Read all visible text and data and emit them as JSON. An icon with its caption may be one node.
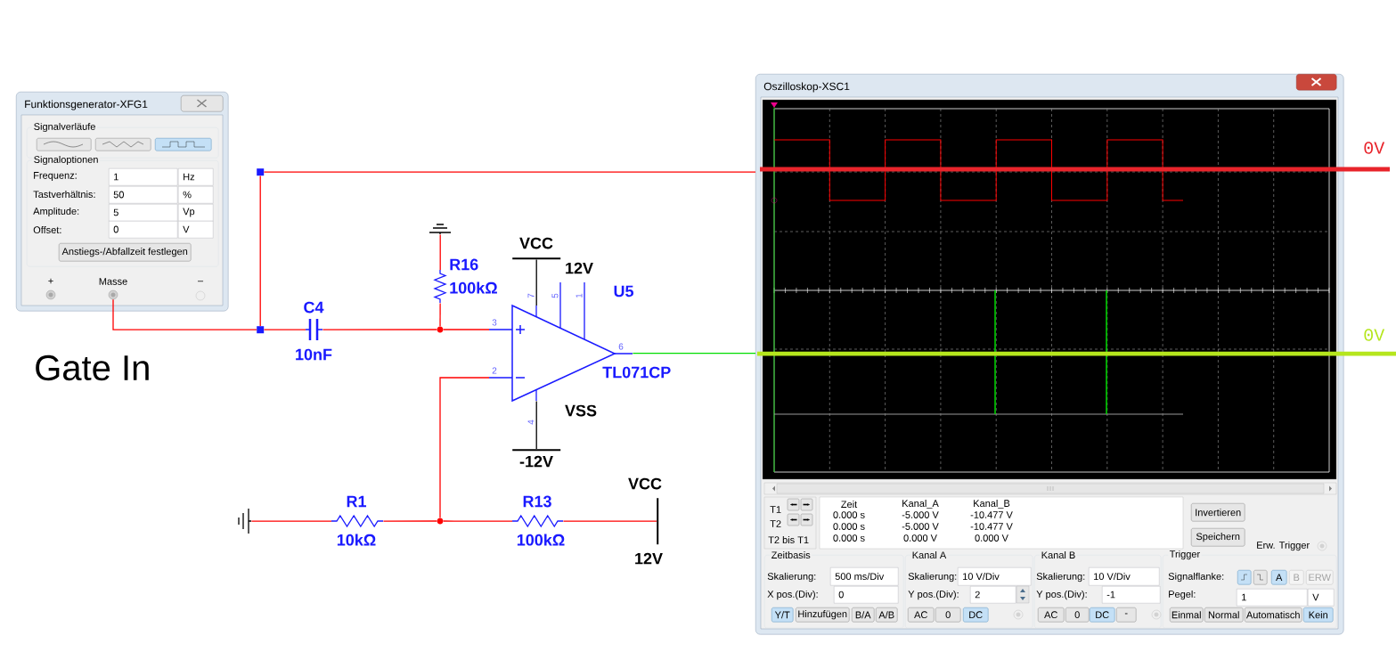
{
  "diagram": {
    "nodes": [
      {
        "text": [
          "Funktionsgenerator-XFG1"
        ]
      },
      {
        "text": [
          "Signalverläufe"
        ],
        "in": 0
      },
      {
        "text": [],
        "shape": "box",
        "in": 1
      },
      {
        "text": [],
        "shape": "box",
        "in": 1
      },
      {
        "text": [],
        "shape": "box",
        "in": 1
      },
      {
        "text": [
          "Signaloptionen"
        ],
        "in": 0
      },
      {
        "text": [
          "1"
        ],
        "in": 5
      },
      {
        "text": [
          "Hz"
        ],
        "in": 5
      },
      {
        "text": [
          "50"
        ],
        "in": 5
      },
      {
        "text": [
          "%"
        ],
        "in": 5
      },
      {
        "text": [
          "5"
        ],
        "in": 5
      },
      {
        "text": [
          "Vp"
        ],
        "in": 5
      },
      {
        "text": [
          "0"
        ],
        "in": 5
      },
      {
        "text": [
          "V"
        ],
        "in": 5
      },
      {
        "text": [
          "Anstiegs-/Abfallzeit festlegen"
        ],
        "in": 5
      },
      {
        "text": [
          "+"
        ],
        "in": 0
      },
      {
        "text": [
          "Masse"
        ],
        "in": 0
      },
      {
        "text": [
          "–"
        ],
        "in": 0
      },
      {
        "text": [
          "Oszilloskop-XSC1"
        ]
      },
      {
        "text": [
          "Invertieren"
        ],
        "in": 18
      },
      {
        "text": [
          "Speichern"
        ],
        "in": 18
      },
      {
        "text": [
          "Zeitbasis"
        ],
        "in": 18
      },
      {
        "text": [
          "500 ms/Div"
        ],
        "in": 21
      },
      {
        "text": [
          "0"
        ],
        "in": 21
      },
      {
        "text": [
          "Y/T"
        ],
        "in": 21
      },
      {
        "text": [
          "Hinzufügen"
        ],
        "in": 21
      },
      {
        "text": [
          "B/A"
        ],
        "in": 21
      },
      {
        "text": [
          "A/B"
        ],
        "in": 21
      },
      {
        "text": [
          "Kanal A"
        ],
        "in": 18
      },
      {
        "text": [
          "10 V/Div"
        ],
        "in": 28
      },
      {
        "text": [
          "2"
        ],
        "in": 28
      },
      {
        "text": [
          "AC"
        ],
        "in": 28
      },
      {
        "text": [
          "0"
        ],
        "in": 28
      },
      {
        "text": [
          "DC"
        ],
        "in": 28
      },
      {
        "text": [
          "Kanal B"
        ],
        "in": 18
      },
      {
        "text": [
          "10 V/Div"
        ],
        "in": 34
      },
      {
        "text": [
          "-1"
        ],
        "in": 34
      },
      {
        "text": [
          "AC"
        ],
        "in": 34
      },
      {
        "text": [
          "0"
        ],
        "in": 34
      },
      {
        "text": [
          "DC"
        ],
        "in": 34
      },
      {
        "text": [
          "-"
        ],
        "in": 34
      },
      {
        "text": [
          "Trigger"
        ],
        "in": 18
      },
      {
        "text": [],
        "shape": "box",
        "in": 41
      },
      {
        "text": [],
        "shape": "box",
        "in": 41
      },
      {
        "text": [
          "A"
        ],
        "in": 41
      },
      {
        "text": [
          "B"
        ],
        "in": 41
      },
      {
        "text": [
          "ERW"
        ],
        "in": 41
      },
      {
        "text": [
          "1"
        ],
        "in": 41
      },
      {
        "text": [
          "V"
        ],
        "in": 41
      },
      {
        "text": [
          "Einmal"
        ],
        "in": 41
      },
      {
        "text": [
          "Normal"
        ],
        "in": 41
      },
      {
        "text": [
          "Automatisch"
        ],
        "in": 41
      },
      {
        "text": [
          "Kein"
        ],
        "in": 41
      },
      {
        "text": [
          "C4",
          "10nF"
        ]
      },
      {
        "text": [
          "R16",
          "100kΩ"
        ]
      },
      {
        "text": [
          "U5",
          "TL071CP"
        ],
        "beside": [
          "7",
          "5",
          "1",
          "3",
          "6",
          "2",
          "4"
        ]
      },
      {
        "text": [
          "R1",
          "10kΩ"
        ]
      },
      {
        "text": [
          "R13",
          "100kΩ"
        ]
      },
      {
        "text": [],
        "shape": "ground"
      },
      {
        "text": [],
        "shape": "ground"
      },
      {
        "text": [
          "VCC"
        ],
        "beside": [
          "12V"
        ]
      },
      {
        "text": [
          "-12V"
        ]
      },
      {
        "text": [
          "VCC",
          "12V"
        ]
      },
      {
        "text": [],
        "shape": "box"
      },
      {
        "text": [],
        "shape": "box"
      },
      {
        "text": [],
        "shape": "circle"
      },
      {
        "text": [],
        "shape": "circle"
      },
      {
        "text": [],
        "shape": "box",
        "in": 0
      },
      {
        "text": [],
        "shape": "box",
        "in": 18
      }
    ],
    "edges": [
      {
        "from": 16,
        "to": 64,
        "arrow": "none"
      },
      {
        "from": 64,
        "to": 63,
        "arrow": "none"
      },
      {
        "from": 63,
        "to": 18,
        "arrow": "none"
      },
      {
        "from": 64,
        "to": 53,
        "arrow": "none"
      },
      {
        "from": 53,
        "to": 65,
        "arrow": "none"
      },
      {
        "from": 65,
        "to": 54,
        "arrow": "none"
      },
      {
        "from": 54,
        "to": 58,
        "arrow": "none"
      },
      {
        "from": 65,
        "to": 55,
        "arrow": "none"
      },
      {
        "from": 55,
        "to": 66,
        "arrow": "none"
      },
      {
        "from": 59,
        "to": 56,
        "arrow": "none"
      },
      {
        "from": 56,
        "to": 66,
        "arrow": "none"
      },
      {
        "from": 66,
        "to": 57,
        "arrow": "none"
      },
      {
        "from": 57,
        "to": 62,
        "arrow": "none"
      },
      {
        "from": 60,
        "to": 55,
        "arrow": "none",
        "color": "#000000"
      },
      {
        "from": 61,
        "to": 55,
        "arrow": "none",
        "color": "#000000"
      },
      {
        "from": 55,
        "to": 18,
        "arrow": "none",
        "color": "#00dd00"
      }
    ],
    "labels": [
      "Frequenz:",
      "Tastverhältnis:",
      "Amplitude:",
      "Offset:",
      "0V",
      "0V",
      "Gate In",
      "VSS",
      "T1",
      "T2",
      "T2 bis T1",
      "Zeit",
      "Kanal_A",
      "Kanal_B",
      "0.000 s",
      "-5.000 V",
      "-10.477 V",
      "0.000 s",
      "-5.000 V",
      "-10.477 V",
      "0.000 s",
      "0.000 V",
      "0.000 V",
      "Erw. Trigger",
      "Skalierung:",
      "X pos.(Div):",
      "Skalierung:",
      "Y pos.(Div):",
      "Skalierung:",
      "Y pos.(Div):",
      "Signalflanke:",
      "Pegel:"
    ]
  }
}
